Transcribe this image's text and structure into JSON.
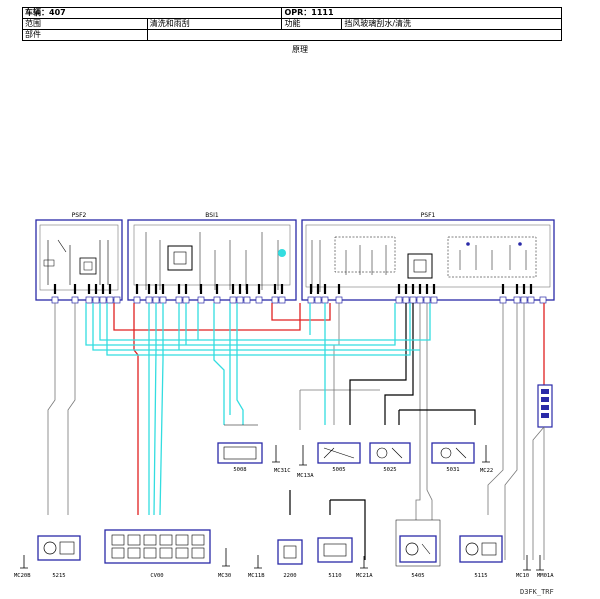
{
  "header": {
    "vehicle_label": "车辆：407",
    "opr_label": "OPR：1111",
    "scope_label": "范围",
    "scope_value": "清洗和雨刮",
    "function_label": "功能",
    "function_value": "挡风玻璃刮水/清洗",
    "part_label": "部件",
    "part_value": ""
  },
  "principle_label": "原理",
  "modules": {
    "psf2": "PSF2",
    "bsi1": "BSI1",
    "psf1": "PSF1"
  },
  "components": {
    "c5008": "5008",
    "c5005": "5005",
    "c5025": "5025",
    "c5031": "5031",
    "c5215": "5215",
    "cv00": "CV00",
    "c2200": "2200",
    "c5110": "5110",
    "c5405": "5405",
    "c5115": "5115"
  },
  "grounds": {
    "mc31c": "MC31C",
    "mc13a": "MC13A",
    "mc22": "MC22",
    "mc20b": "MC20B",
    "mc30": "MC30",
    "mc11b": "MC11B",
    "mc21a": "MC21A",
    "mc10": "MC10",
    "mm01a": "MM01A"
  },
  "footer_code": "D3FK_TRF",
  "colors": {
    "cyan": "#33dde0",
    "red": "#e02020",
    "blue": "#2a2aa8",
    "gray": "#777777"
  }
}
